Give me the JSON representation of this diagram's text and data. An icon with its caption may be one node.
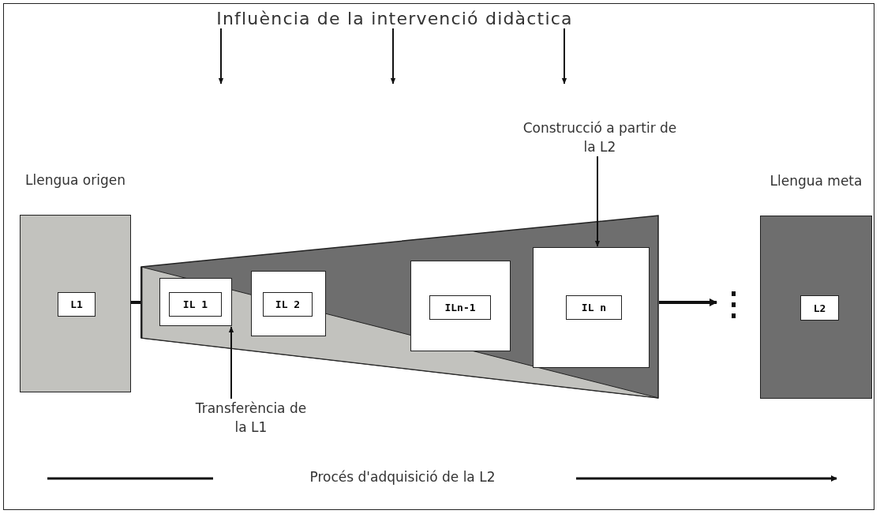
{
  "diagram": {
    "nodes": [
      {
        "text": [
          "Llengua origen"
        ]
      },
      {
        "text": [
          "L1"
        ],
        "in": 0
      },
      {
        "text": [],
        "shape": "triangle"
      },
      {
        "text": [],
        "shape": "box",
        "in": 2
      },
      {
        "text": [
          "IL 1"
        ],
        "in": 3
      },
      {
        "text": [],
        "shape": "box",
        "in": 2
      },
      {
        "text": [
          "IL 2"
        ],
        "in": 5
      },
      {
        "text": [],
        "shape": "box",
        "in": 2
      },
      {
        "text": [
          "ILn-1"
        ],
        "in": 7
      },
      {
        "text": [],
        "shape": "box",
        "in": 2
      },
      {
        "text": [
          "IL n"
        ],
        "in": 9
      },
      {
        "text": [
          "Llengua meta"
        ]
      },
      {
        "text": [
          "L2"
        ],
        "in": 11
      },
      {
        "text": [
          "Influència de la intervenció didàctica"
        ]
      },
      {
        "text": [
          "Construcció a partir de la L2"
        ]
      },
      {
        "text": [
          "Transferència de la L1"
        ]
      }
    ],
    "edges": [
      {
        "from": 13,
        "to": null,
        "arrow": "to"
      },
      {
        "from": 13,
        "to": null,
        "arrow": "to"
      },
      {
        "from": 13,
        "to": null,
        "arrow": "to"
      },
      {
        "from": 0,
        "to": 2,
        "arrow": "none",
        "style": "thick"
      },
      {
        "from": 2,
        "to": null,
        "arrow": "to",
        "style": "thick"
      },
      {
        "from": 14,
        "to": 9,
        "arrow": "to"
      },
      {
        "from": 15,
        "to": 3,
        "arrow": "to"
      }
    ],
    "labels": [
      "Procés d'adquisició de la L2"
    ]
  }
}
